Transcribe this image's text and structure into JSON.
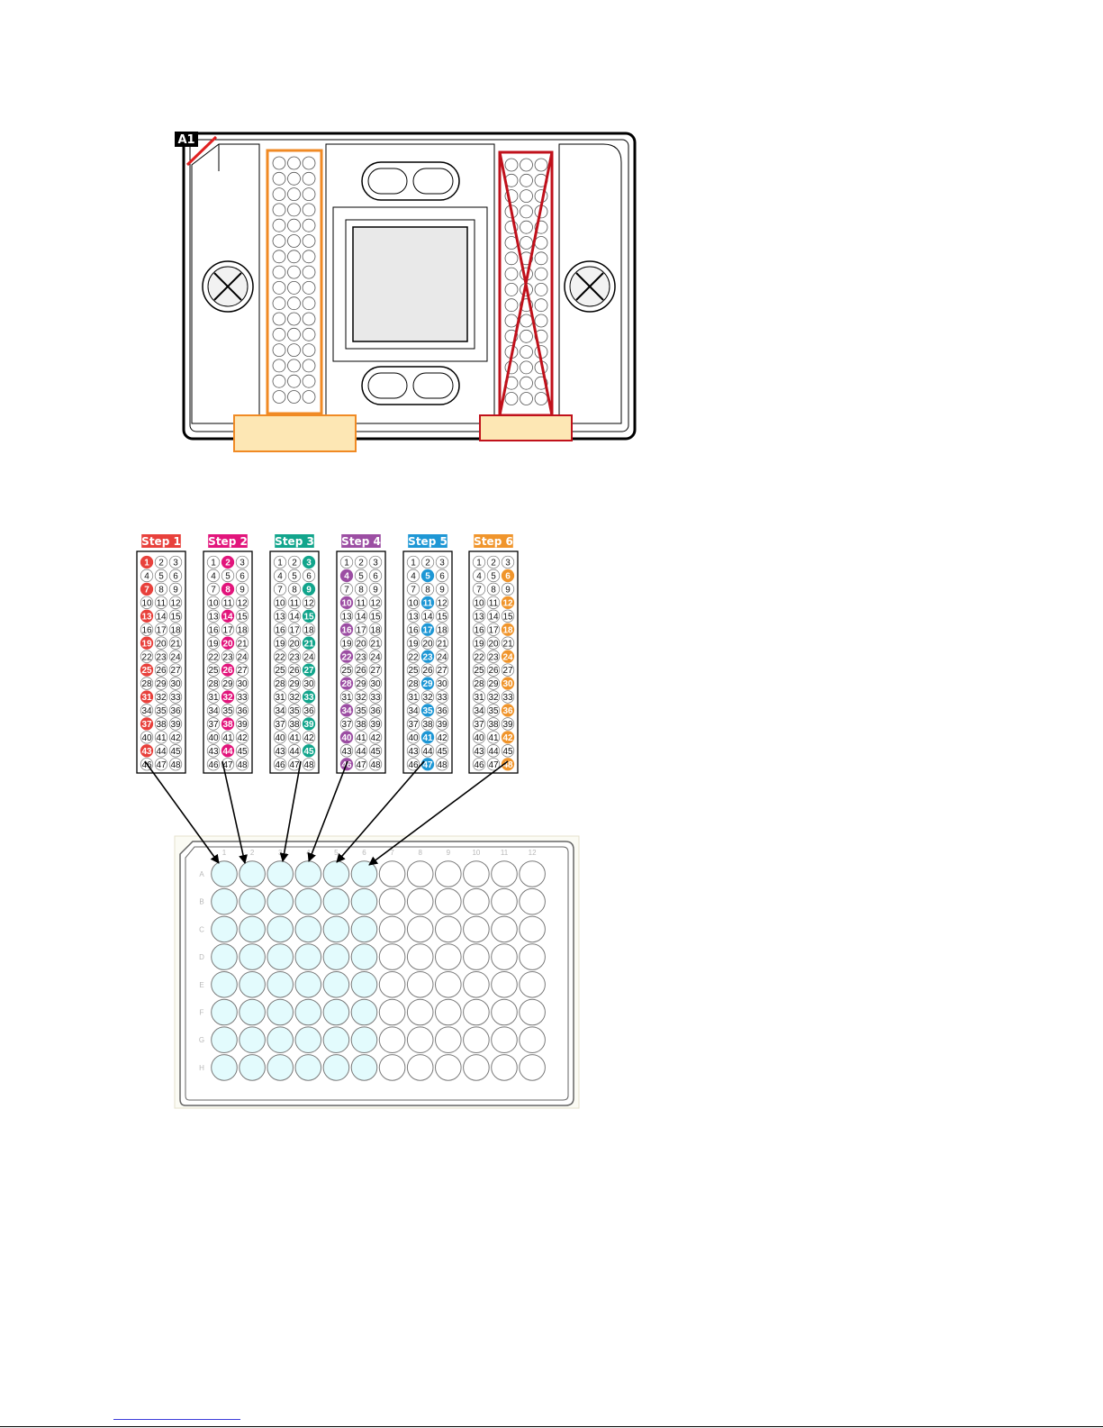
{
  "colors": {
    "cartridge_outline": "#000000",
    "orange_box": "#f08a24",
    "red_box": "#c0111b",
    "tab_fill": "#fde7b4",
    "a1_mark": "#e02020",
    "plate_fill": "#e3fbfd",
    "plate_border": "#666666"
  },
  "cartridge": {
    "corner_label": "A1",
    "columns_per_strip": 3,
    "rows_per_strip": 16,
    "left_strip": "used",
    "right_strip": "crossed-out"
  },
  "steps": [
    {
      "label": "Step 1",
      "color": "#e8413c",
      "wells": [
        1,
        7,
        13,
        19,
        25,
        31,
        37,
        43
      ]
    },
    {
      "label": "Step 2",
      "color": "#e2157c",
      "wells": [
        2,
        8,
        14,
        20,
        26,
        32,
        38,
        44
      ]
    },
    {
      "label": "Step 3",
      "color": "#12a58c",
      "wells": [
        3,
        9,
        15,
        21,
        27,
        33,
        39,
        45
      ]
    },
    {
      "label": "Step 4",
      "color": "#9c4ea3",
      "wells": [
        4,
        10,
        16,
        22,
        28,
        34,
        40,
        46
      ]
    },
    {
      "label": "Step 5",
      "color": "#1e97d5",
      "wells": [
        5,
        11,
        17,
        23,
        29,
        35,
        41,
        47
      ]
    },
    {
      "label": "Step 6",
      "color": "#f0952c",
      "wells": [
        6,
        12,
        18,
        24,
        30,
        36,
        42,
        48
      ]
    }
  ],
  "plate": {
    "columns": [
      "1",
      "2",
      "3",
      "4",
      "5",
      "6",
      "7",
      "8",
      "9",
      "10",
      "11",
      "12"
    ],
    "rows": [
      "A",
      "B",
      "C",
      "D",
      "E",
      "F",
      "G",
      "H"
    ],
    "filled_columns": [
      1,
      2,
      3,
      4,
      5,
      6
    ]
  }
}
